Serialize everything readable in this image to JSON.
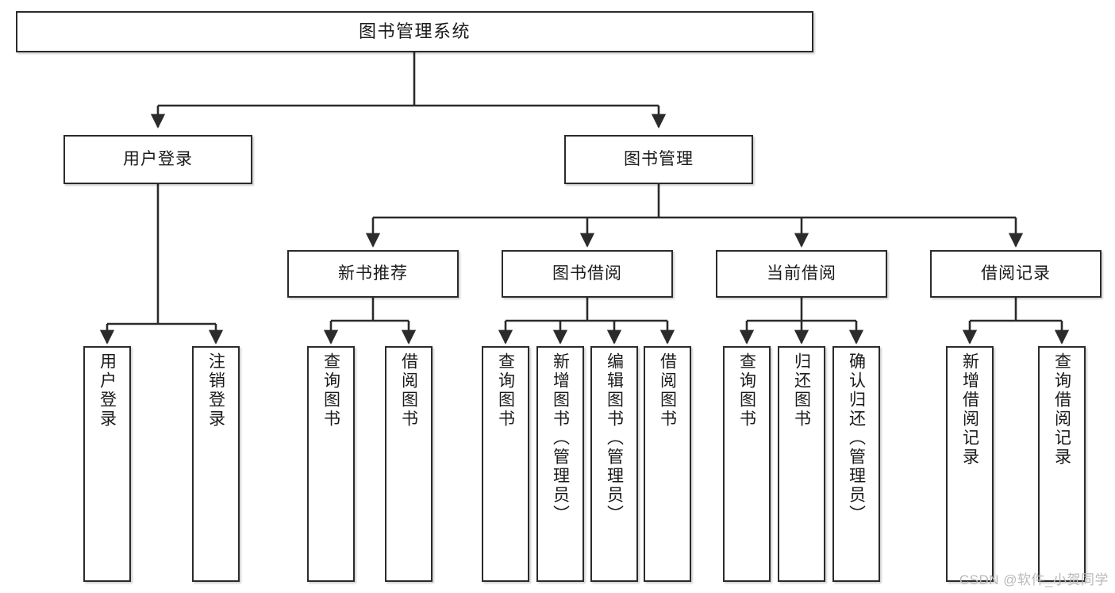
{
  "diagram": {
    "title": "图书管理系统",
    "watermark": "CSDN @软件_小贺同学",
    "colors": {
      "box_border": "#2b2b2b",
      "box_fill": "#ffffff",
      "edge": "#2b2b2b",
      "watermark": "#b9b9b9"
    },
    "levels": {
      "root": {
        "label": "图书管理系统"
      },
      "level2": [
        {
          "label": "用户登录"
        },
        {
          "label": "图书管理"
        }
      ],
      "level3": [
        {
          "label": "新书推荐"
        },
        {
          "label": "图书借阅"
        },
        {
          "label": "当前借阅"
        },
        {
          "label": "借阅记录"
        }
      ],
      "leaves": {
        "user_login": [
          {
            "label": "用户登录"
          },
          {
            "label": "注销登录"
          }
        ],
        "new_book_recommend": [
          {
            "label": "查询图书"
          },
          {
            "label": "借阅图书"
          }
        ],
        "book_borrow": [
          {
            "label": "查询图书"
          },
          {
            "label": "新增图书（管理员）"
          },
          {
            "label": "编辑图书（管理员）"
          },
          {
            "label": "借阅图书"
          }
        ],
        "current_borrow": [
          {
            "label": "查询图书"
          },
          {
            "label": "归还图书"
          },
          {
            "label": "确认归还（管理员）"
          }
        ],
        "borrow_record": [
          {
            "label": "新增借阅记录"
          },
          {
            "label": "查询借阅记录"
          }
        ]
      }
    }
  }
}
